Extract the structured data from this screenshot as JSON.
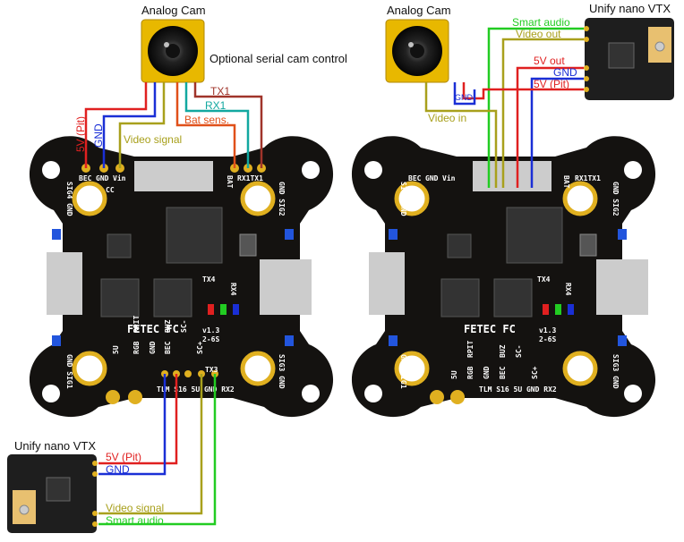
{
  "colors": {
    "red": "#e02020",
    "blue": "#1a2fd6",
    "olive": "#a8a01c",
    "green": "#22cc22",
    "teal": "#12a8a0",
    "brown": "#a0342a",
    "orange": "#e0501a",
    "board": "#141210",
    "pad": "#e0b020",
    "camera": "#e8b800"
  },
  "left": {
    "camera_title": "Analog Cam",
    "serial_note": "Optional serial cam control",
    "wires": {
      "tx1": "TX1",
      "rx1": "RX1",
      "bat_sens": "Bat sens.",
      "fivev_pit": "5V (Pit)",
      "gnd": "GND",
      "video_signal": "Video signal"
    },
    "board": {
      "top_pins": [
        "BEC",
        "GND",
        "Vin"
      ],
      "cc": "CC",
      "bat": "BAT",
      "rx1tx1": "RX1TX1",
      "sig4gnd": "SIG4 GND",
      "gndsig2": "GND SIG2",
      "tx4": "TX4",
      "rx4": "RX4",
      "brand": "FETEC FC",
      "version": "v1.3",
      "cells": "2-6S",
      "bottom_vert": [
        "5U",
        "RGB",
        "RPIT",
        "GND",
        "BUZ",
        "BEC",
        "SC-",
        "SC+"
      ],
      "bottom_row": "TLM S16 5U GND RX2",
      "tx3": "TX3",
      "gndsig1": "GND SIG1",
      "sig3gnd": "SIG3 GND"
    },
    "vtx": {
      "title": "Unify nano VTX",
      "fivev_pit": "5V (Pit)",
      "gnd": "GND",
      "video_signal": "Video signal",
      "smart_audio": "Smart audio"
    }
  },
  "right": {
    "camera_title": "Analog Cam",
    "vtx_title": "Unify nano VTX",
    "wires": {
      "smart_audio": "Smart audio",
      "video_out": "Video out",
      "fivev_out": "5V out",
      "gnd": "GND",
      "fivev_pit": "5V (Pit)",
      "gnd_small": "GND",
      "video_in": "Video in"
    },
    "board": {
      "top_pins": [
        "BEC",
        "GND",
        "Vin"
      ],
      "bat": "BAT",
      "rx1tx1": "RX1TX1",
      "sig4gnd": "SIG4 GND",
      "gndsig2": "GND SIG2",
      "tx4": "TX4",
      "rx4": "RX4",
      "brand": "FETEC FC",
      "version": "v1.3",
      "cells": "2-6S",
      "bottom_vert": [
        "5U",
        "RGB",
        "RPIT",
        "GND",
        "BUZ",
        "BEC",
        "SC-",
        "SC+"
      ],
      "bottom_row": "TLM S16 5U GND RX2",
      "gndsig1": "GND SIG1",
      "sig3gnd": "SIG3 GND"
    }
  }
}
